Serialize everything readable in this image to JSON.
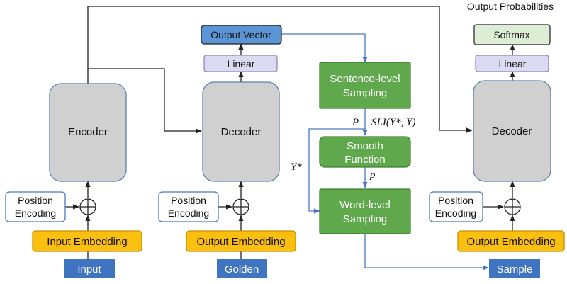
{
  "encoder_side": {
    "encoder": "Encoder",
    "position_encoding": [
      "Position",
      "Encoding"
    ],
    "input_embedding": "Input Embedding",
    "input": "Input"
  },
  "decoder_side": {
    "output_vector": "Output Vector",
    "linear": "Linear",
    "decoder": "Decoder",
    "position_encoding": [
      "Position",
      "Encoding"
    ],
    "output_embedding": "Output Embedding",
    "golden": "Golden"
  },
  "sampling": {
    "sentence_level": [
      "Sentence-level",
      "Sampling"
    ],
    "smooth_function": [
      "Smooth",
      "Function"
    ],
    "word_level": [
      "Word-level",
      "Sampling"
    ],
    "label_P": "P",
    "label_SLI": "SLI(Y*, Y)",
    "label_p": "p",
    "label_Ystar": "Y*"
  },
  "output_side": {
    "output_probabilities": "Output Probabilities",
    "softmax": "Softmax",
    "linear": "Linear",
    "decoder": "Decoder",
    "position_encoding": [
      "Position",
      "Encoding"
    ],
    "output_embedding": "Output Embedding",
    "sample": "Sample"
  },
  "colors": {
    "gray_block": "#d0d0d0",
    "block_border": "#5b7fb4",
    "linear_fill": "#dcdaf0",
    "embedding_fill": "#fbbf0f",
    "embedding_border": "#c68f00",
    "green_fill": "#5fa84b",
    "green_border": "#3f7e31",
    "blue_fill": "#3f74c0",
    "output_vector_fill": "#5b95d6",
    "softmax_fill": "#dcefd6",
    "arrow_blue": "#4a78c0"
  }
}
